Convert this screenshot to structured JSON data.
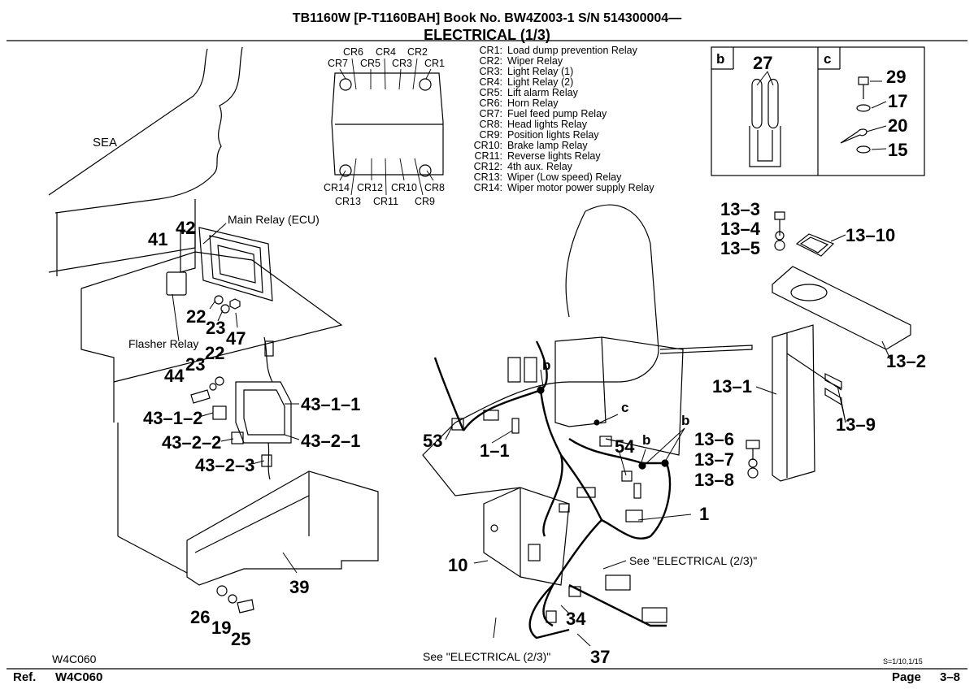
{
  "header": {
    "line1": "TB1160W [P-T1160BAH] Book No. BW4Z003-1 S/N 514300004—",
    "line2": "ELECTRICAL (1/3)"
  },
  "relay_box": {
    "top_labels": [
      "CR6",
      "CR4",
      "CR2",
      "CR7",
      "CR5",
      "CR3",
      "CR1"
    ],
    "bottom_labels": [
      "CR14",
      "CR12",
      "CR10",
      "CR8",
      "CR13",
      "CR11",
      "CR9"
    ]
  },
  "relay_legend": [
    {
      "code": "CR1:",
      "name": "Load dump prevention Relay"
    },
    {
      "code": "CR2:",
      "name": "Wiper Relay"
    },
    {
      "code": "CR3:",
      "name": "Light Relay (1)"
    },
    {
      "code": "CR4:",
      "name": "Light Relay (2)"
    },
    {
      "code": "CR5:",
      "name": "Lift alarm Relay"
    },
    {
      "code": "CR6:",
      "name": "Horn Relay"
    },
    {
      "code": "CR7:",
      "name": "Fuel feed pump Relay"
    },
    {
      "code": "CR8:",
      "name": "Head lights Relay"
    },
    {
      "code": "CR9:",
      "name": "Position lights Relay"
    },
    {
      "code": "CR10:",
      "name": "Brake lamp Relay"
    },
    {
      "code": "CR11:",
      "name": "Reverse lights Relay"
    },
    {
      "code": "CR12:",
      "name": "4th aux. Relay"
    },
    {
      "code": "CR13:",
      "name": "Wiper (Low speed) Relay"
    },
    {
      "code": "CR14:",
      "name": "Wiper motor power supply Relay"
    }
  ],
  "detail_b": {
    "tag": "b",
    "part": "27"
  },
  "detail_c": {
    "tag": "c",
    "parts": [
      "29",
      "17",
      "20",
      "15"
    ]
  },
  "labels": {
    "sea": "SEA",
    "main_relay": "Main Relay (ECU)",
    "flasher_relay": "Flasher Relay",
    "see_electrical_1": "See \"ELECTRICAL (2/3)\"",
    "see_electrical_2": "See \"ELECTRICAL (2/3)\""
  },
  "part_numbers": {
    "p42": "42",
    "p41": "41",
    "p22a": "22",
    "p23a": "23",
    "p47": "47",
    "p23b": "23",
    "p22b": "22",
    "p44": "44",
    "p43_1_1": "43–1–1",
    "p43_1_2": "43–1–2",
    "p43_2_2": "43–2–2",
    "p43_2_1": "43–2–1",
    "p43_2_3": "43–2–3",
    "p39": "39",
    "p26": "26",
    "p19": "19",
    "p25": "25",
    "p53": "53",
    "p1_1": "1–1",
    "p54": "54",
    "p1": "1",
    "p10": "10",
    "p34": "34",
    "p37": "37",
    "p13_3": "13–3",
    "p13_4": "13–4",
    "p13_5": "13–5",
    "p13_10": "13–10",
    "p13_2": "13–2",
    "p13_1": "13–1",
    "p13_9": "13–9",
    "p13_6": "13–6",
    "p13_7": "13–7",
    "p13_8": "13–8",
    "b1": "b",
    "b2": "b",
    "b3": "b",
    "c1": "c"
  },
  "footer": {
    "ref_label": "Ref.",
    "ref_code": "W4C060",
    "illus_code": "W4C060",
    "scale": "S=1/10,1/15",
    "page_label": "Page",
    "page_no": "3–8"
  }
}
